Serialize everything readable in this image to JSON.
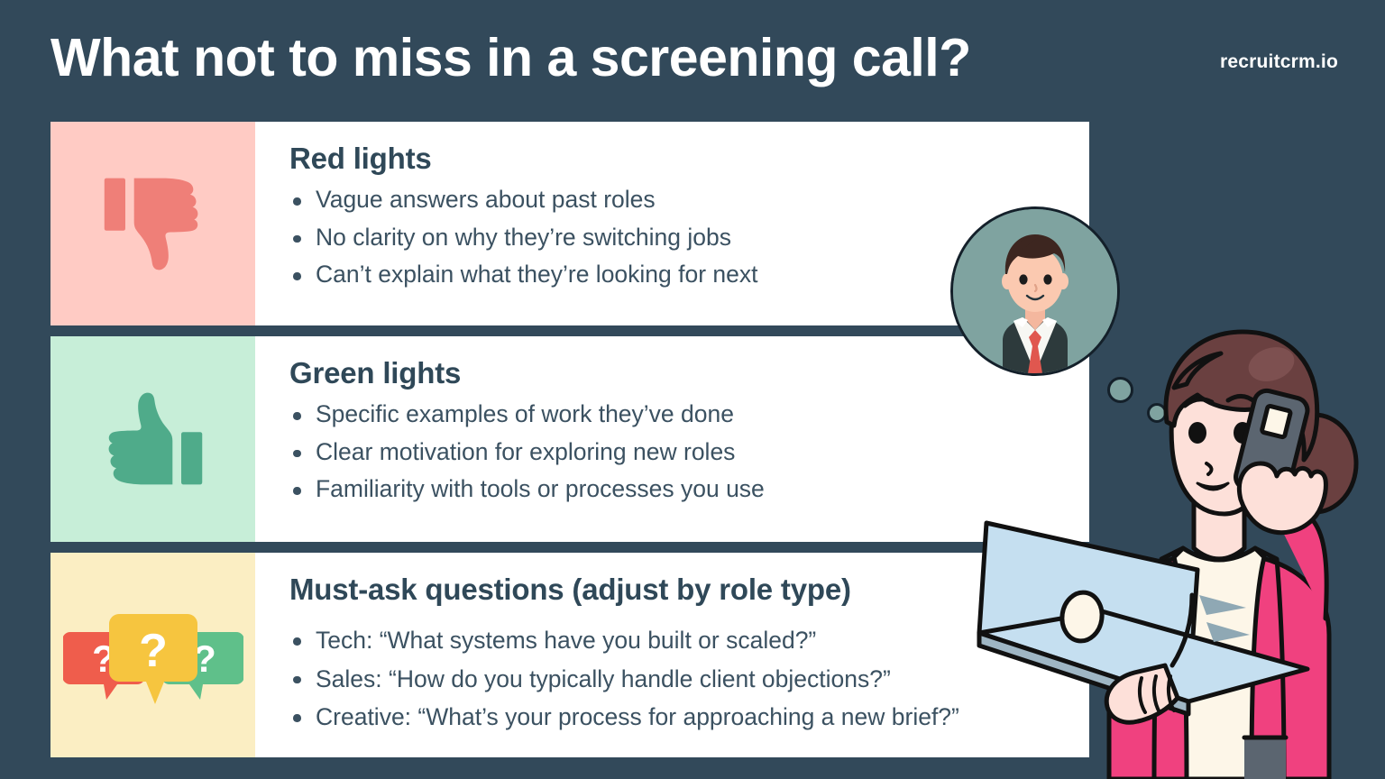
{
  "header": {
    "title": "What not to miss in a screening call?",
    "brand": "recruitcrm.io"
  },
  "colors": {
    "background": "#32495a",
    "card_background": "#ffffff",
    "text_dark": "#2f4858",
    "body_text": "#3b5161",
    "red_panel": "#ffcbc4",
    "red_icon": "#ef7f78",
    "green_panel": "#c7eed8",
    "green_icon": "#4fab8a",
    "yellow_panel": "#fbeec3",
    "bubble_red": "#ef5d4c",
    "bubble_yellow": "#f6c53f",
    "bubble_green": "#5fc08a",
    "avatar_bg": "#7fa3a0",
    "blazer_pink": "#f0417f",
    "laptop_blue": "#c5dff0",
    "hair_brown": "#6a4040",
    "skin": "#fde0d9"
  },
  "sections": [
    {
      "id": "red-lights",
      "title": "Red lights",
      "icon": "thumbs-down-icon",
      "points": [
        "Vague answers about past roles",
        "No clarity on why they’re switching jobs",
        "Can’t explain what they’re looking for next"
      ]
    },
    {
      "id": "green-lights",
      "title": "Green lights",
      "icon": "thumbs-up-icon",
      "points": [
        "Specific examples of work they’ve done",
        "Clear motivation for exploring new roles",
        "Familiarity with tools or processes you use"
      ]
    },
    {
      "id": "must-ask-questions",
      "title": "Must-ask questions (adjust by role type)",
      "icon": "question-bubbles-icon",
      "points": [
        "Tech: “What systems have you built or scaled?”",
        "Sales: “How do you typically handle client objections?”",
        "Creative: “What’s your process for approaching a new brief?”"
      ]
    }
  ],
  "illustrations": {
    "avatar": "businessman-avatar",
    "thought_bubble_large": "thought-bubble",
    "thought_bubble_small": "thought-bubble",
    "person": "woman-on-phone-with-laptop"
  }
}
